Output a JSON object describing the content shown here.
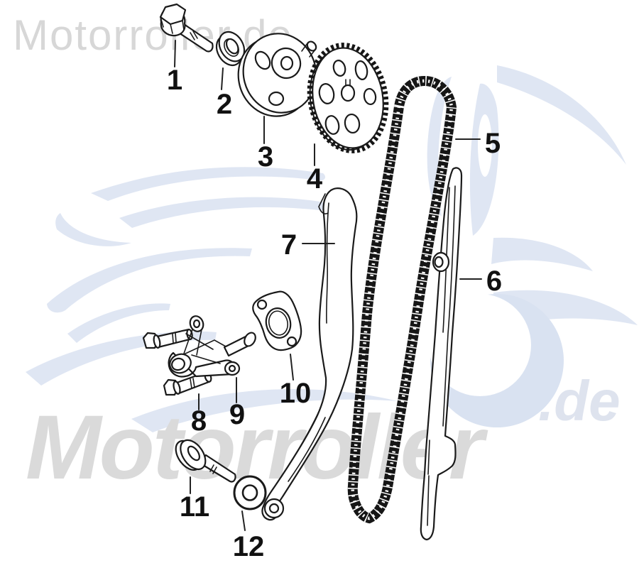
{
  "watermarks": {
    "top_left_text": "Motorroller.de",
    "bottom_text": "Motorroller",
    "bottom_suffix": ".de"
  },
  "part_labels": [
    "1",
    "2",
    "3",
    "4",
    "5",
    "6",
    "7",
    "8",
    "9",
    "10",
    "11",
    "12"
  ],
  "colors": {
    "background": "#ffffff",
    "line_art": "#1a1a1a",
    "label_text": "#111111",
    "watermark_gray_light": "#d7d7d7",
    "watermark_gray": "#dadada",
    "watermark_blue": "#dfe6f3",
    "watermark_blue_text": "#dee3ee"
  }
}
